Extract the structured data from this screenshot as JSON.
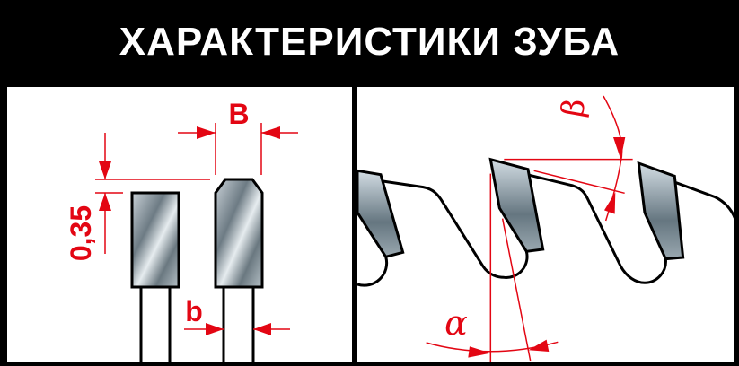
{
  "title": "ХАРАКТЕРИСТИКИ ЗУБА",
  "left_panel": {
    "label_B": "B",
    "label_b": "b",
    "label_height": "0,35"
  },
  "right_panel": {
    "label_alpha": "α",
    "label_beta": "β"
  },
  "colors": {
    "accent": "#e30613",
    "background": "#000000",
    "panel": "#ffffff"
  }
}
